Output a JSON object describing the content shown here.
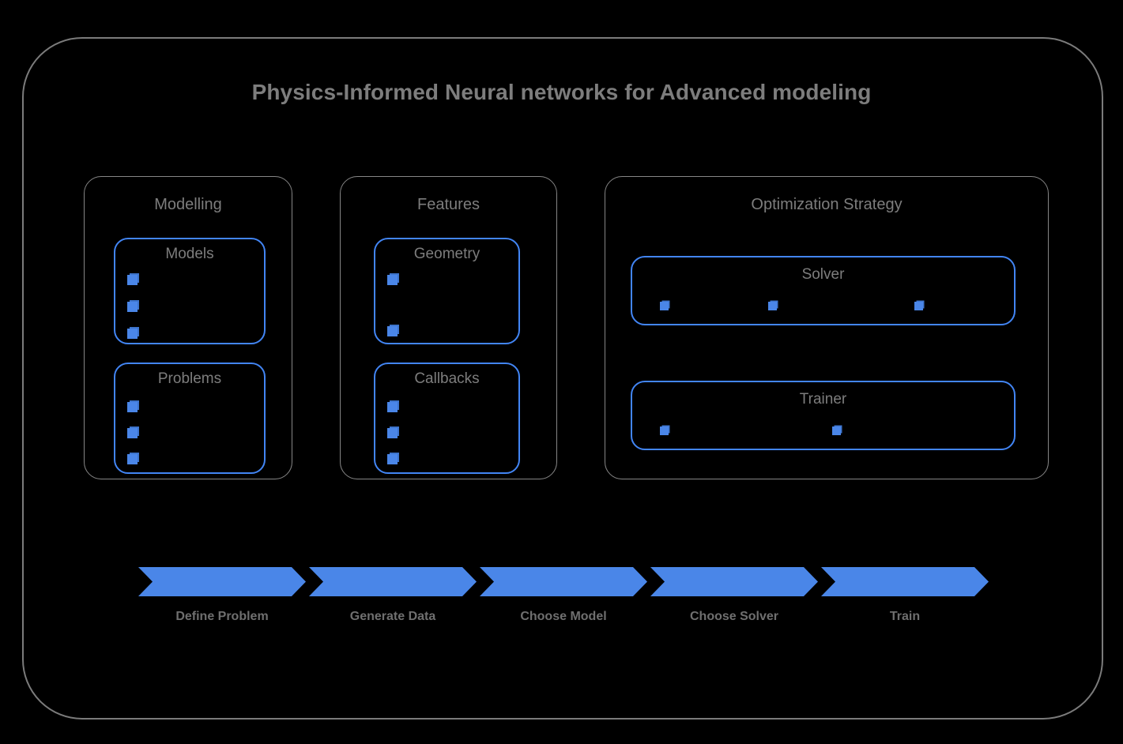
{
  "diagram": {
    "title": "Physics-Informed Neural networks for Advanced modeling",
    "background_color": "#000000",
    "frame_color": "#7b7b7b",
    "accent_color": "#4285f4",
    "bullet_color": "#4a86e8",
    "label_color": "#7d7d7d"
  },
  "groups": [
    {
      "title": "Modelling",
      "cards": [
        {
          "title": "Models",
          "bullet_count": 3,
          "bullet_layout": "vertical"
        },
        {
          "title": "Problems",
          "bullet_count": 3,
          "bullet_layout": "vertical"
        }
      ]
    },
    {
      "title": "Features",
      "cards": [
        {
          "title": "Geometry",
          "bullet_count": 2,
          "bullet_layout": "vertical"
        },
        {
          "title": "Callbacks",
          "bullet_count": 3,
          "bullet_layout": "vertical"
        }
      ]
    },
    {
      "title": "Optimization Strategy",
      "cards": [
        {
          "title": "Solver",
          "bullet_count": 3,
          "bullet_layout": "horizontal"
        },
        {
          "title": "Trainer",
          "bullet_count": 2,
          "bullet_layout": "horizontal"
        }
      ]
    }
  ],
  "pipeline": {
    "steps": [
      {
        "label": "Define Problem"
      },
      {
        "label": "Generate Data"
      },
      {
        "label": "Choose Model"
      },
      {
        "label": "Choose Solver"
      },
      {
        "label": "Train"
      }
    ]
  }
}
